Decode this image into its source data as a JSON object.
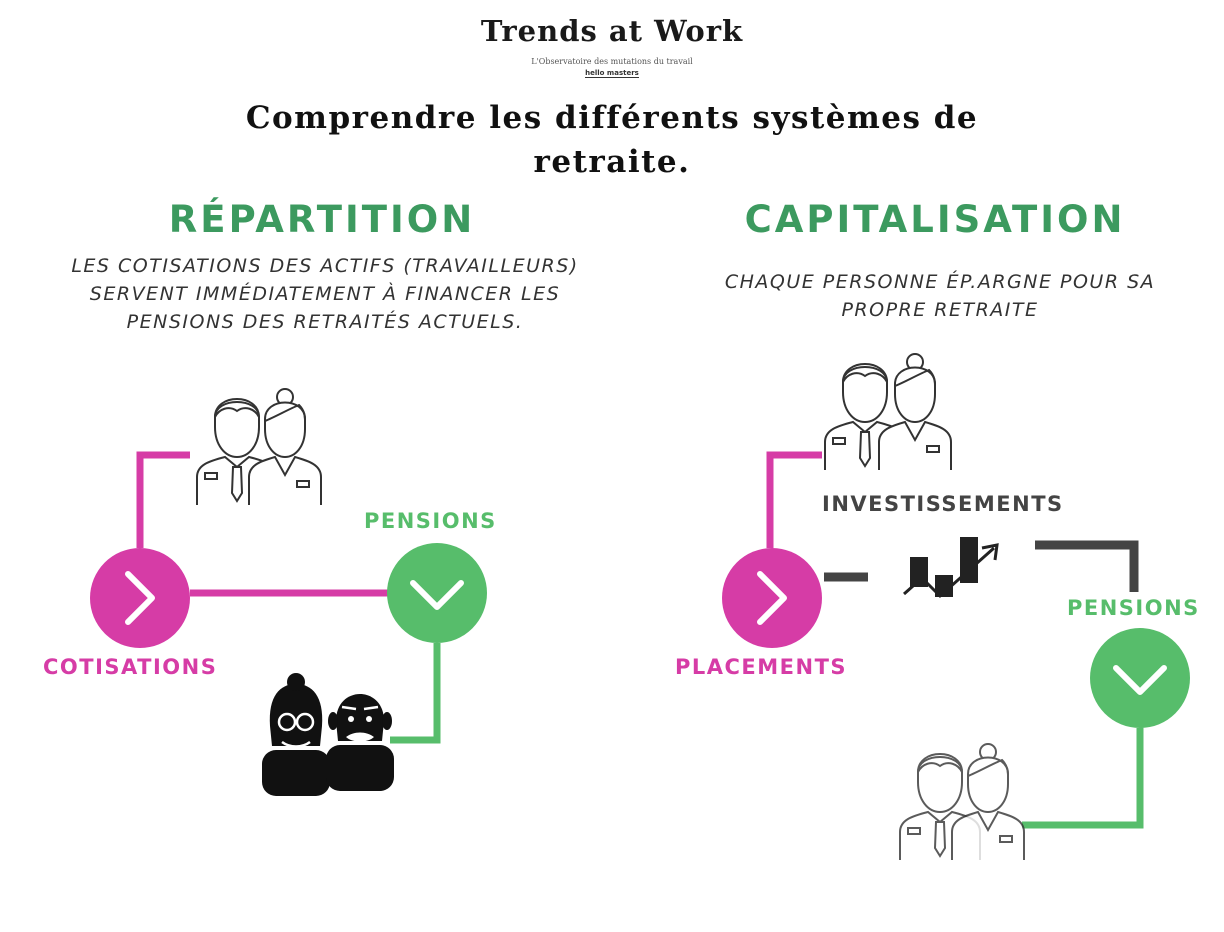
{
  "header": {
    "brand_title": "Trends at Work",
    "brand_subtitle": "L'Observatoire des mutations du travail",
    "brand_logo": "hello masters",
    "main_title": "Comprendre les différents systèmes de retraite."
  },
  "repartition": {
    "title": "RÉPARTITION",
    "description": "LES COTISATIONS DES ACTIFS (TRAVAILLEURS) SERVENT IMMÉDIATEMENT À FINANCER LES PENSIONS DES RETRAITÉS ACTUELS.",
    "label_cotisations": "COTISATIONS",
    "label_pensions": "PENSIONS"
  },
  "capitalisation": {
    "title": "CAPITALISATION",
    "description": "CHAQUE PERSONNE ÉP.ARGNE POUR SA PROPRE RETRAITE",
    "label_placements": "PLACEMENTS",
    "label_investissements": "INVESTISSEMENTS",
    "label_pensions": "PENSIONS"
  },
  "colors": {
    "pink": "#d63ca6",
    "green": "#57bd6b",
    "title_green": "#3c9a5f",
    "dark": "#333333"
  },
  "icons": [
    "workers-couple-icon",
    "retirees-couple-icon",
    "chevron-right-icon",
    "chevron-down-icon",
    "investment-chart-icon"
  ]
}
